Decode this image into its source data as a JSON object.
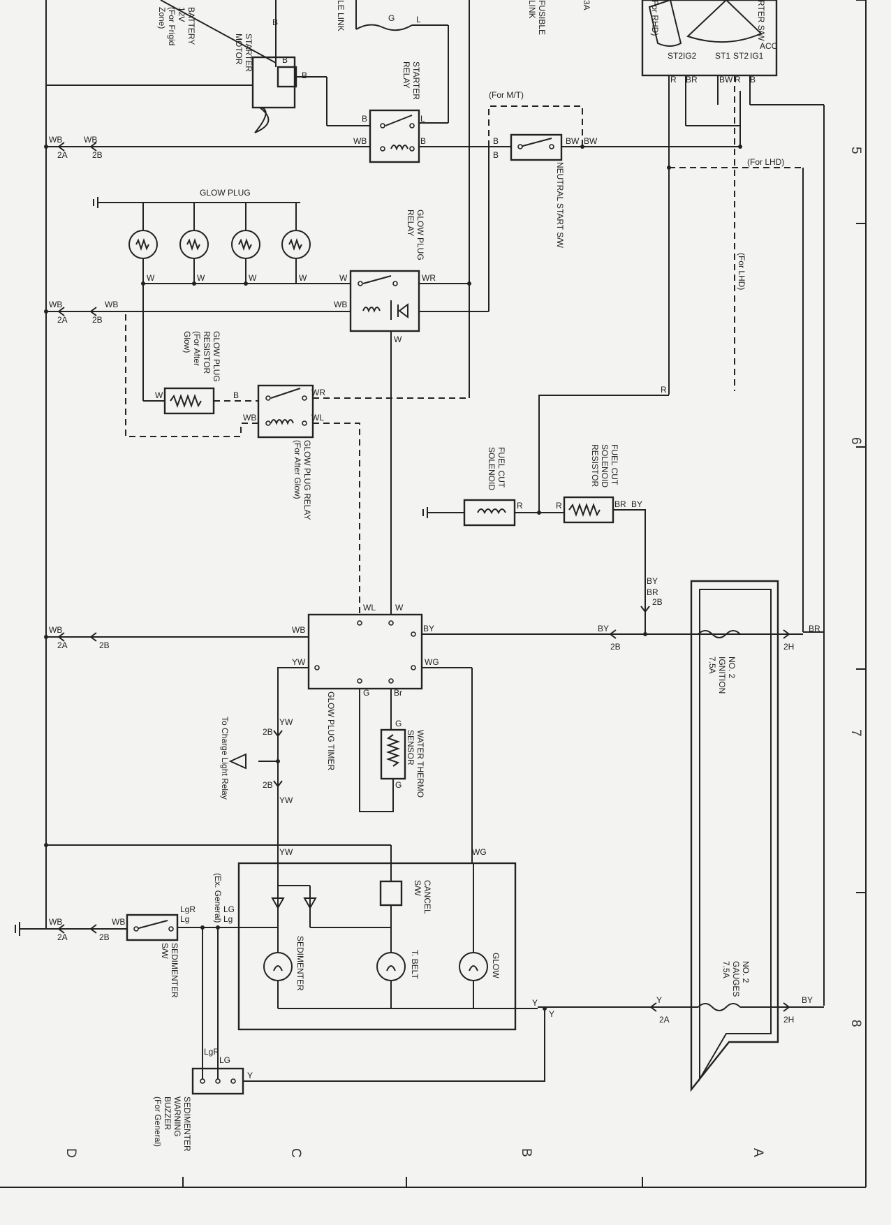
{
  "labels": {
    "battery": "BATTERY",
    "battery_voltage": "12V",
    "battery_note_1": "(For Frigid",
    "battery_note_2": "Zone)",
    "starter": "STARTER",
    "motor": "MOTOR",
    "relay": "RELAY",
    "link_fragment": "LE LINK",
    "fusible": "FUSIBLE",
    "link": "LINK",
    "fuse_3a": "3A",
    "starter_sw_fragment": "RTER S/W",
    "for_rhd": "For RHD)",
    "for_mt": "(For M/T)",
    "for_lhd": "(For LHD)",
    "neutral_start": "NEUTRAL START S/W",
    "glow_plug": "GLOW PLUG",
    "resistor": "RESISTOR",
    "for_after": "(For After",
    "glow_paren": "Glow)",
    "glow_plug_relay": "GLOW PLUG RELAY",
    "for_after_glow": "(For After Glow)",
    "fuel_cut": "FUEL CUT",
    "solenoid": "SOLENOID",
    "glow_plug_timer": "GLOW PLUG TIMER",
    "water_thermo": "WATER THERMO",
    "sensor": "SENSOR",
    "to_charge_light_relay": "To Charge Light Relay",
    "cancel": "CANCEL",
    "sw": "S/W",
    "t_belt": "T. BELT",
    "glow": "GLOW",
    "sedimenter": "SEDIMENTER",
    "ex_general_1": "(Ex. General)",
    "ex_general_2": "",
    "warning": "WARNING",
    "buzzer": "BUZZER",
    "for_general": "(For General)",
    "fuse_ignition_1": "NO. 2",
    "fuse_ignition_2": "IGNITION",
    "fuse_ignition_3": "7.5A",
    "fuse_gauges_1": "NO. 2",
    "fuse_gauges_2": "GAUGES",
    "fuse_gauges_3": "7.5A"
  },
  "wire": {
    "WB": "WB",
    "B": "B",
    "L": "L",
    "G": "G",
    "W": "W",
    "WR": "WR",
    "WL": "WL",
    "BW": "BW",
    "R": "R",
    "BR": "BR",
    "BY": "BY",
    "YW": "YW",
    "WG": "WG",
    "Br": "Br",
    "Y": "Y",
    "Lg": "Lg",
    "LgR": "LgR",
    "LG": "LG",
    "ST1": "ST1",
    "ST2": "ST2",
    "IG1": "IG1",
    "IG2": "IG2",
    "ACC": "ACC",
    "c2A": "2A",
    "c2B": "2B",
    "c2H": "2H"
  },
  "grid": {
    "n5": "5",
    "n6": "6",
    "n7": "7",
    "n8": "8",
    "A": "A",
    "B": "B",
    "C": "C",
    "D": "D"
  }
}
